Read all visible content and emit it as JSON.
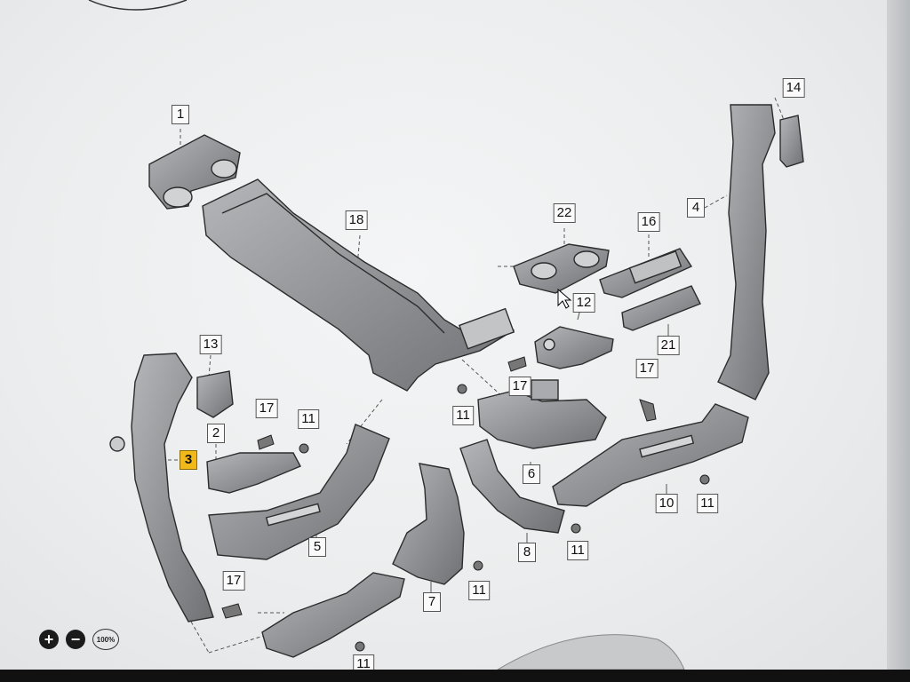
{
  "diagram": {
    "part_labels": [
      "1",
      "14",
      "4",
      "18",
      "22",
      "16",
      "12",
      "21",
      "13",
      "17",
      "17",
      "3",
      "2",
      "17",
      "11",
      "11",
      "11",
      "6",
      "10",
      "11",
      "5",
      "7",
      "11",
      "8",
      "11",
      "17",
      "11"
    ],
    "highlighted_part": "3"
  },
  "zoom": {
    "zoom_in_icon": "plus-icon",
    "zoom_out_icon": "minus-icon",
    "zoom_in_label": "+",
    "zoom_out_label": "−",
    "fit_label": "100%"
  },
  "colors": {
    "part_fill": "#8e9093",
    "part_stroke": "#2c2c2c",
    "label_border": "#555555",
    "highlight": "#f1b81a"
  }
}
